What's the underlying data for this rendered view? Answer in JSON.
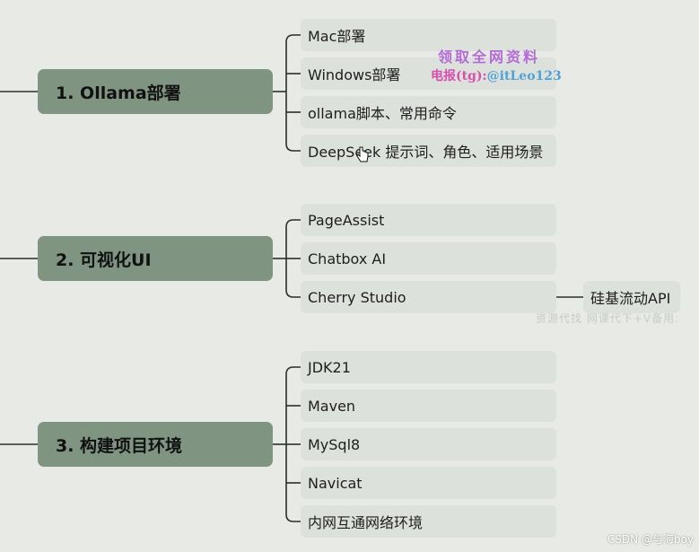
{
  "branches": [
    {
      "label": "1. Ollama部署",
      "items": [
        "Mac部署",
        "Windows部署",
        "ollama脚本、常用命令",
        "DeepSeek 提示词、角色、适用场景"
      ]
    },
    {
      "label": "2. 可视化UI",
      "items": [
        "PageAssist",
        "Chatbox AI",
        "Cherry Studio"
      ],
      "sub": "硅基流动API"
    },
    {
      "label": "3. 构建项目环境",
      "items": [
        "JDK21",
        "Maven",
        "MySql8",
        "Navicat",
        "内网互通网络环境"
      ]
    }
  ],
  "watermark": {
    "line1": "领取全网资料",
    "line2_prefix": "电报(tg):",
    "line2_handle": "@itLeo123",
    "line3": "资源代找  网课代下+V备用:"
  },
  "credit": "CSDN @与海boy"
}
